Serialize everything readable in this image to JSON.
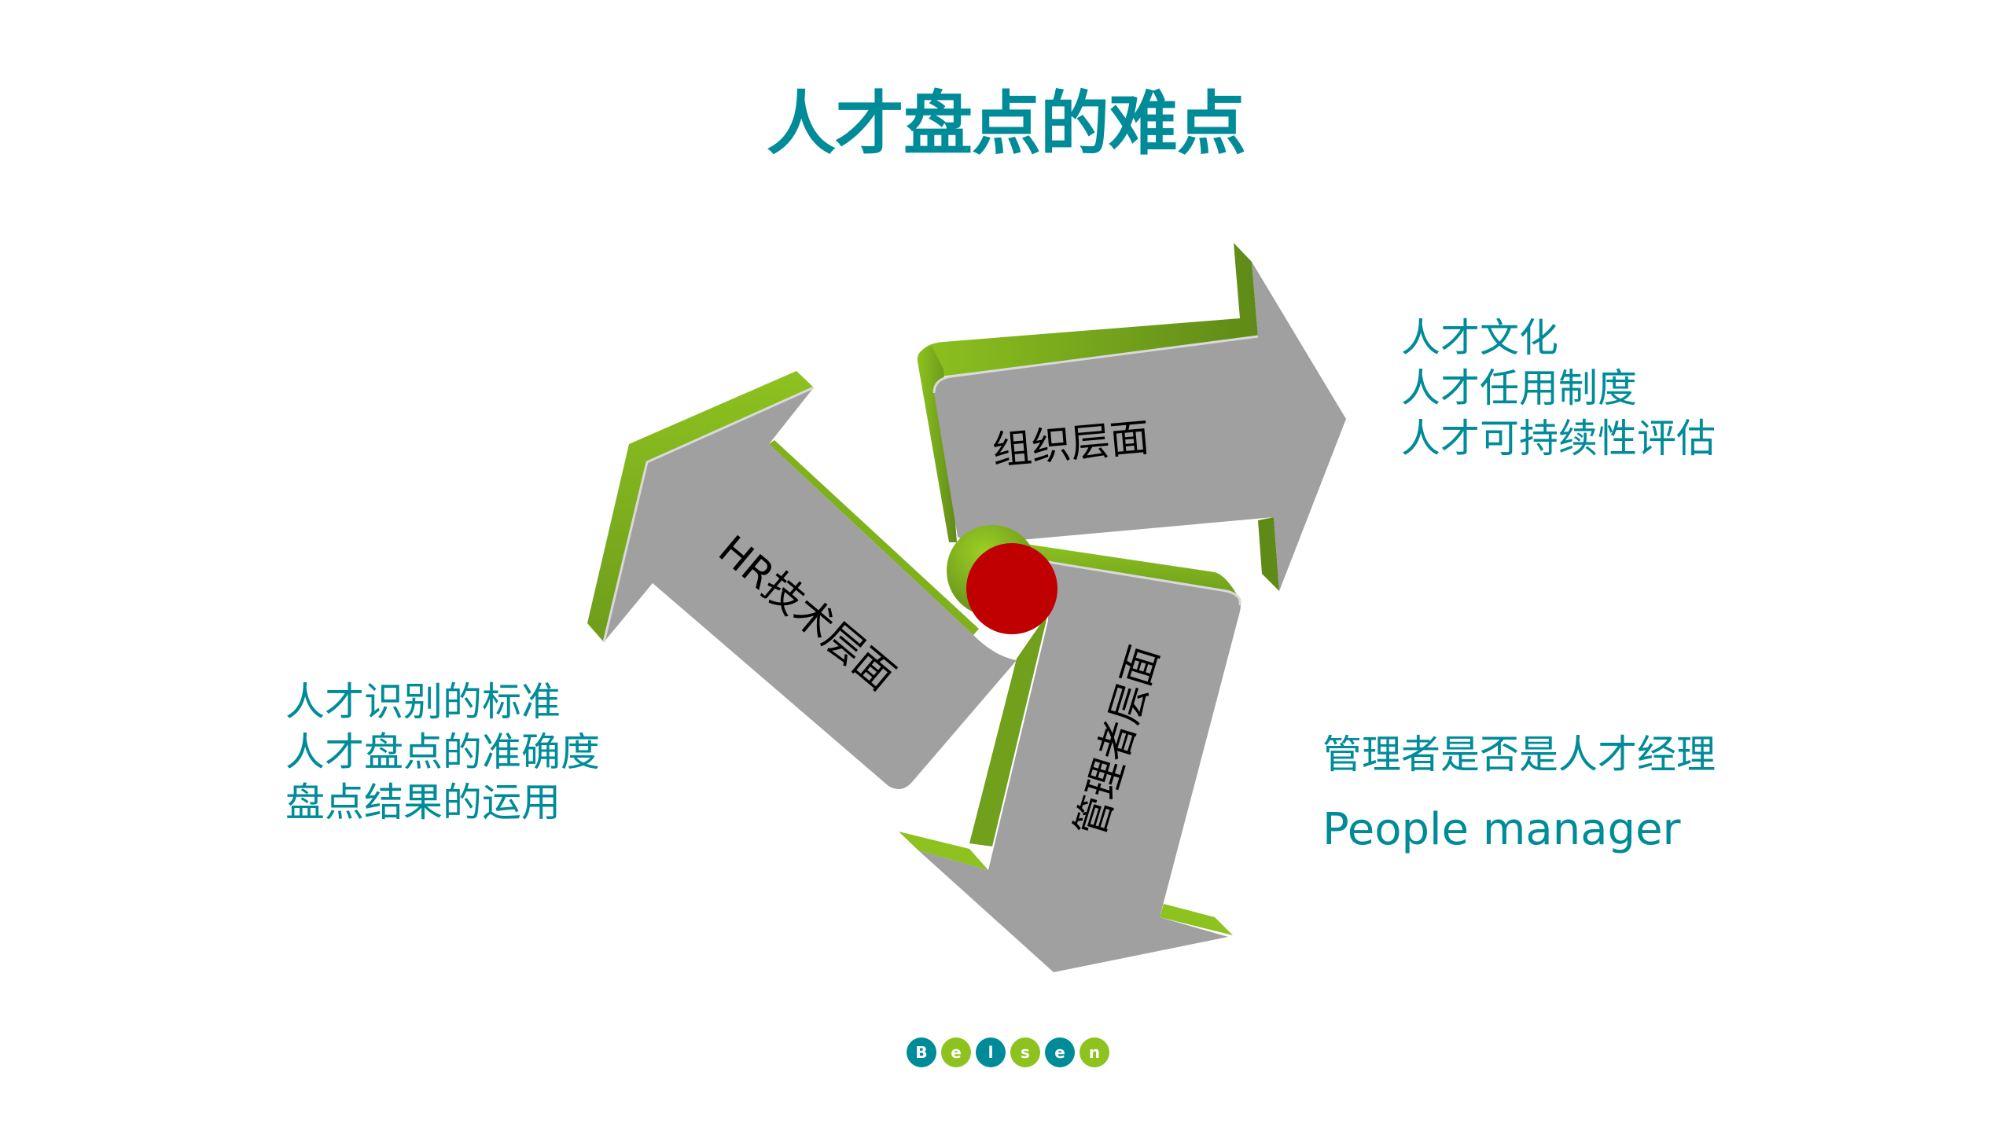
{
  "title": "人才盘点的难点",
  "colors": {
    "accent_teal": "#008B99",
    "arrow_green": "#8DC21F",
    "arrow_green_dark": "#5F8A18",
    "arrow_gray": "#A0A0A0",
    "center_red": "#C00000",
    "label_black": "#000000"
  },
  "arrows": [
    {
      "id": "org",
      "label": "组织层面",
      "direction": "right"
    },
    {
      "id": "hr",
      "label": "HR技术层面",
      "direction": "up-left"
    },
    {
      "id": "manager",
      "label": "管理者层面",
      "direction": "down"
    }
  ],
  "org_points": {
    "items": [
      "人才文化",
      "人才任用制度",
      "人才可持续性评估"
    ]
  },
  "hr_points": {
    "items": [
      "人才识别的标准",
      "人才盘点的准确度",
      "盘点结果的运用"
    ]
  },
  "manager_points": {
    "question": "管理者是否是人才经理",
    "english": "People manager"
  },
  "logo": {
    "letters": [
      {
        "char": "B",
        "color": "#008B99"
      },
      {
        "char": "e",
        "color": "#8DC21F"
      },
      {
        "char": "l",
        "color": "#008B99"
      },
      {
        "char": "s",
        "color": "#8DC21F"
      },
      {
        "char": "e",
        "color": "#008B99"
      },
      {
        "char": "n",
        "color": "#8DC21F"
      }
    ]
  }
}
